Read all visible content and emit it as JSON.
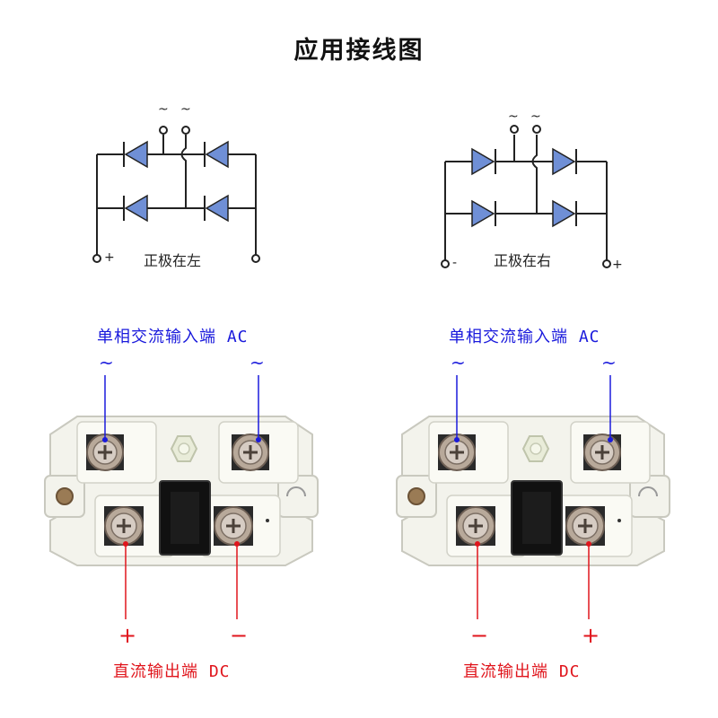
{
  "title": "应用接线图",
  "left": {
    "schematic": {
      "ac_symbols": [
        "~",
        "~"
      ],
      "caption": "正极在左",
      "left_terminal": "+",
      "right_terminal": ""
    },
    "ac_input_label": "单相交流输入端 AC",
    "ac_markers": [
      "~",
      "~"
    ],
    "dc_signs": [
      "+",
      "−"
    ],
    "dc_output_label": "直流输出端 DC"
  },
  "right": {
    "schematic": {
      "ac_symbols": [
        "~",
        "~"
      ],
      "caption": "正极在右",
      "left_terminal": "-",
      "right_terminal": "+"
    },
    "ac_input_label": "单相交流输入端 AC",
    "ac_markers": [
      "~",
      "~"
    ],
    "dc_signs": [
      "−",
      "+"
    ],
    "dc_output_label": "直流输出端 DC"
  },
  "colors": {
    "ac_annotation": "#1a1adc",
    "dc_annotation": "#e0151c",
    "diode_fill": "#6f8fd6",
    "module_body": "#f3f3ec"
  }
}
